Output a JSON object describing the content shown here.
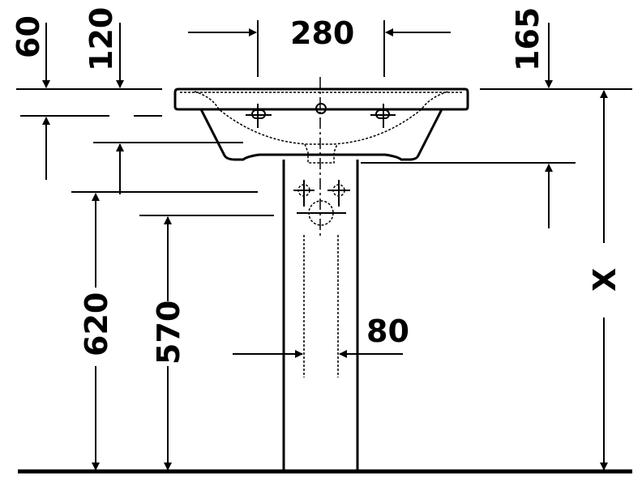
{
  "dimensions": {
    "rim_drop": "60",
    "overflow_drop": "120",
    "tap_hole_spacing": "280",
    "pedestal_offset": "165",
    "basin_bottom_height": "620",
    "pedestal_top_height": "570",
    "pedestal_width": "80",
    "rim_height": "X"
  }
}
